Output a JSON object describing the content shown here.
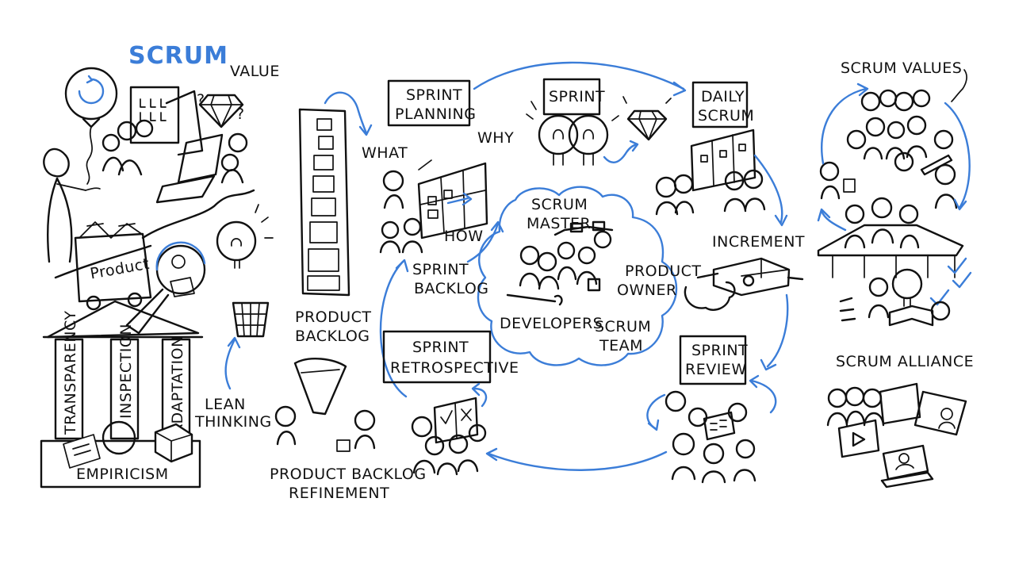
{
  "colors": {
    "ink": "#111111",
    "accent": "#3b7dd8",
    "background": "#ffffff"
  },
  "labels": {
    "scrum": "SCRUM",
    "value": "VALUE",
    "transparency": "TRANSPARENCY",
    "inspection": "INSPECTION",
    "adaptation": "ADAPTATION",
    "empiricism": "EMPIRICISM",
    "lean_thinking_1": "LEAN",
    "lean_thinking_2": "THINKING",
    "product": "Product",
    "product_backlog_1": "PRODUCT",
    "product_backlog_2": "BACKLOG",
    "refinement_1": "PRODUCT BACKLOG",
    "refinement_2": "REFINEMENT",
    "what": "WHAT",
    "why": "WHY",
    "how": "HOW",
    "sprint_planning_1": "SPRINT",
    "sprint_planning_2": "PLANNING",
    "sprint": "SPRINT",
    "daily_scrum_1": "DAILY",
    "daily_scrum_2": "SCRUM",
    "sprint_backlog_1": "SPRINT",
    "sprint_backlog_2": "BACKLOG",
    "scrum_master_1": "SCRUM",
    "scrum_master_2": "MASTER",
    "product_owner_1": "PRODUCT",
    "product_owner_2": "OWNER",
    "developers": "DEVELOPERS",
    "scrum_team_1": "SCRUM",
    "scrum_team_2": "TEAM",
    "increment": "INCREMENT",
    "sprint_retro_1": "SPRINT",
    "sprint_retro_2": "RETROSPECTIVE",
    "sprint_review_1": "SPRINT",
    "sprint_review_2": "REVIEW",
    "scrum_values": "SCRUM VALUES",
    "scrum_alliance": "SCRUM ALLIANCE"
  }
}
